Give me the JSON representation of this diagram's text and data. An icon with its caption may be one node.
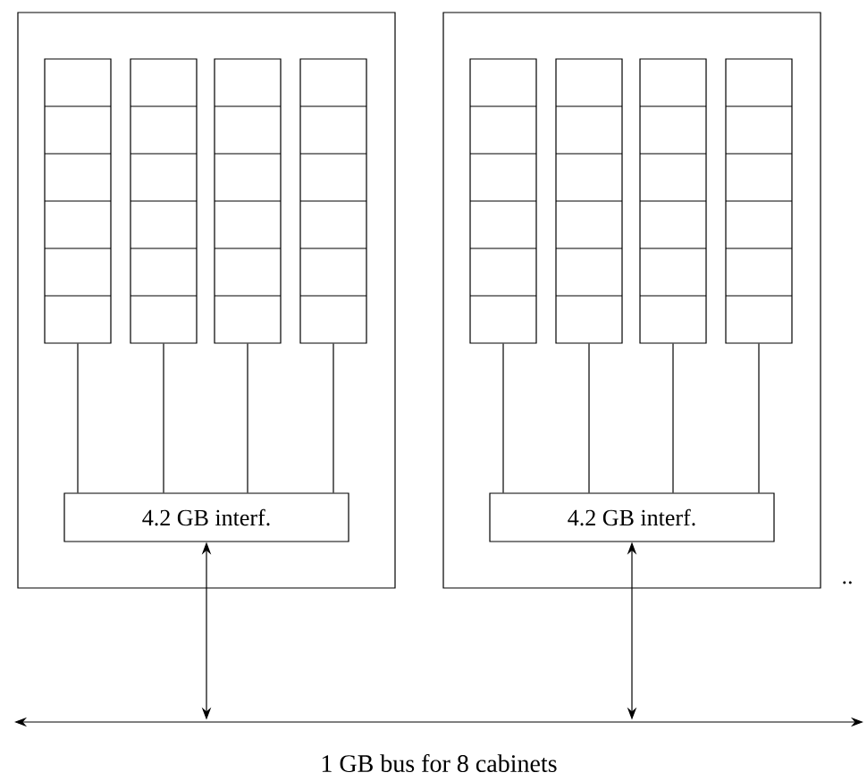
{
  "diagram": {
    "nodes": [
      {
        "text": [],
        "shape": "box"
      },
      {
        "text": [],
        "shape": "box",
        "in": 0
      },
      {
        "text": [],
        "shape": "box",
        "in": 0
      },
      {
        "text": [],
        "shape": "box",
        "in": 0
      },
      {
        "text": [],
        "shape": "box",
        "in": 0
      },
      {
        "text": [
          "4.2 GB interf."
        ],
        "in": 0
      },
      {
        "text": [],
        "shape": "box"
      },
      {
        "text": [],
        "shape": "box",
        "in": 6
      },
      {
        "text": [],
        "shape": "box",
        "in": 6
      },
      {
        "text": [],
        "shape": "box",
        "in": 6
      },
      {
        "text": [],
        "shape": "box",
        "in": 6
      },
      {
        "text": [
          "4.2 GB interf."
        ],
        "in": 6
      },
      {
        "text": [],
        "shape": "bar",
        "beside": [
          "1 GB bus for 8 cabinets"
        ]
      }
    ],
    "edges": [
      {
        "from": 1,
        "to": 5,
        "arrow": "none"
      },
      {
        "from": 2,
        "to": 5,
        "arrow": "none"
      },
      {
        "from": 3,
        "to": 5,
        "arrow": "none"
      },
      {
        "from": 4,
        "to": 5,
        "arrow": "none"
      },
      {
        "from": 7,
        "to": 11,
        "arrow": "none"
      },
      {
        "from": 8,
        "to": 11,
        "arrow": "none"
      },
      {
        "from": 9,
        "to": 11,
        "arrow": "none"
      },
      {
        "from": 10,
        "to": 11,
        "arrow": "none"
      },
      {
        "from": 5,
        "to": 12,
        "arrow": "both"
      },
      {
        "from": 11,
        "to": 12,
        "arrow": "both"
      }
    ],
    "labels": [
      ".."
    ]
  }
}
